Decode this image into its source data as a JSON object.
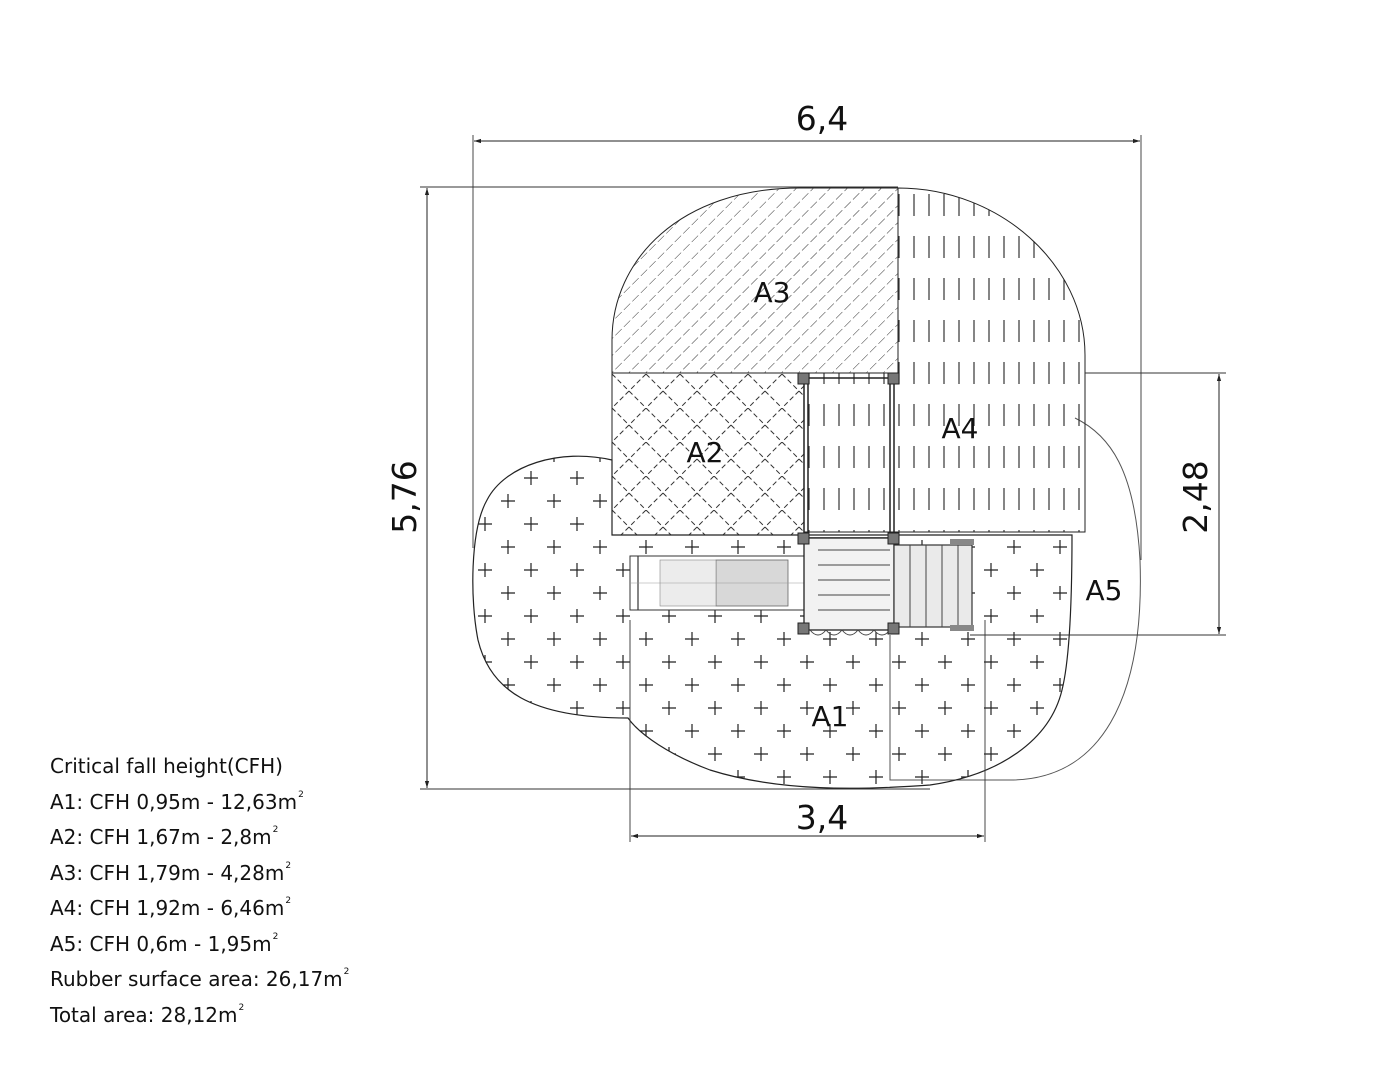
{
  "dimensions": {
    "width_total": "6,4",
    "height_total": "5,76",
    "width_lower": "3,4",
    "height_right": "2,48"
  },
  "zones": [
    {
      "id": "A1",
      "label": "A1"
    },
    {
      "id": "A2",
      "label": "A2"
    },
    {
      "id": "A3",
      "label": "A3"
    },
    {
      "id": "A4",
      "label": "A4"
    },
    {
      "id": "A5",
      "label": "A5"
    }
  ],
  "legend": {
    "title": "Critical fall height(CFH)",
    "rows": [
      {
        "text": "A1: CFH 0,95m - 12,63m",
        "sup": "2"
      },
      {
        "text": "A2: CFH 1,67m - 2,8m",
        "sup": "2"
      },
      {
        "text": "A3: CFH 1,79m - 4,28m",
        "sup": "2"
      },
      {
        "text": "A4: CFH 1,92m - 6,46m",
        "sup": "2"
      },
      {
        "text": "A5: CFH 0,6m - 1,95m",
        "sup": "2"
      },
      {
        "text": "Rubber surface area: 26,17m",
        "sup": "2"
      },
      {
        "text": "Total area: 28,12m",
        "sup": "2"
      }
    ]
  },
  "colors": {
    "line": "#222222",
    "slide_fill": "#e0e0e0",
    "platform_fill": "#ececec"
  }
}
